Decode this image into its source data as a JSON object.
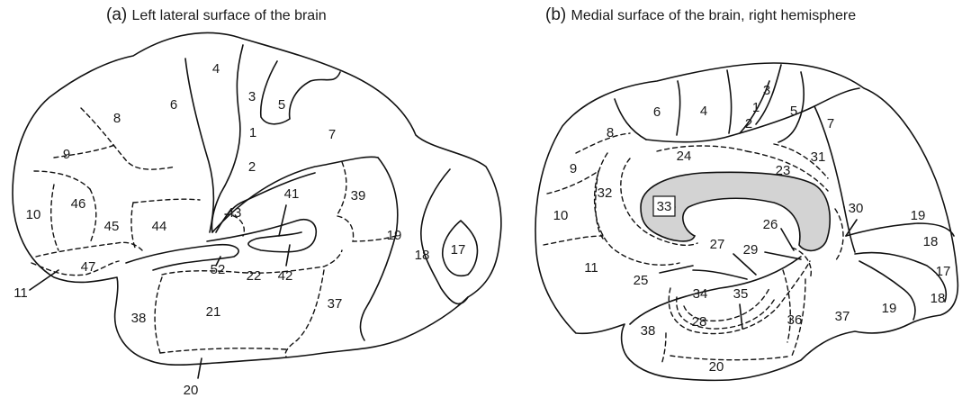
{
  "panels": [
    {
      "letter": "(a)",
      "title": "Left lateral surface of the brain",
      "areas": [
        "4",
        "6",
        "8",
        "3",
        "5",
        "1",
        "7",
        "2",
        "9",
        "46",
        "10",
        "45",
        "44",
        "43",
        "41",
        "39",
        "19",
        "18",
        "17",
        "52",
        "22",
        "42",
        "47",
        "11",
        "21",
        "38",
        "37",
        "20"
      ]
    },
    {
      "letter": "(b)",
      "title": "Medial surface of the brain, right hemisphere",
      "areas": [
        "3",
        "1",
        "4",
        "6",
        "2",
        "5",
        "7",
        "8",
        "31",
        "24",
        "23",
        "9",
        "32",
        "33",
        "30",
        "19",
        "10",
        "26",
        "18",
        "27",
        "29",
        "11",
        "17",
        "25",
        "34",
        "35",
        "18",
        "37",
        "36",
        "28",
        "19",
        "38",
        "20"
      ]
    }
  ]
}
